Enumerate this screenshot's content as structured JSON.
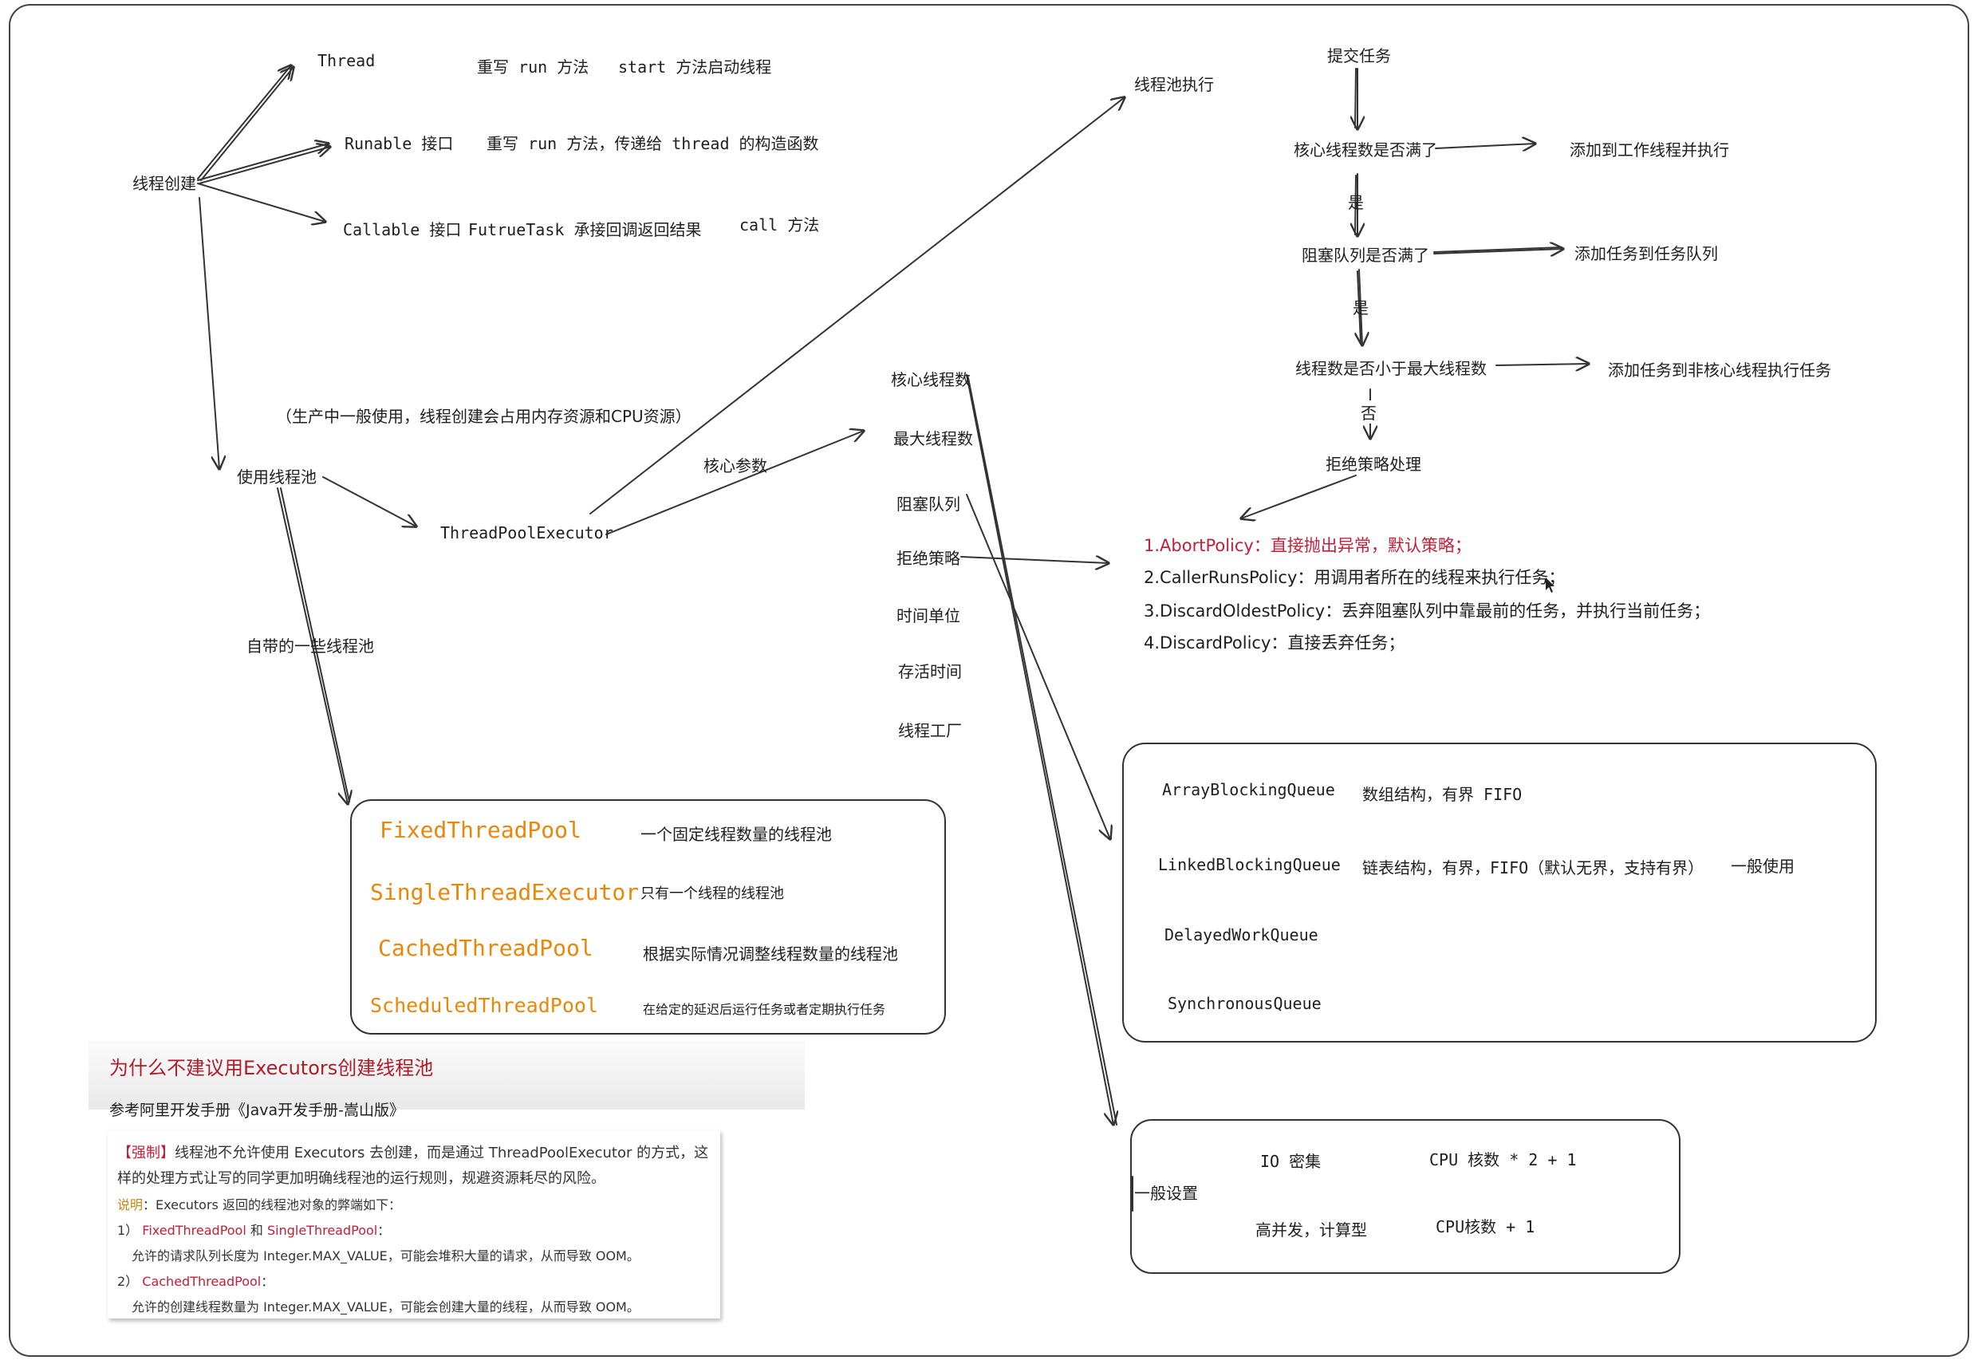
{
  "creation": {
    "root": "线程创建",
    "thread": "Thread",
    "thread_note1": "重写 run 方法",
    "thread_note2": "start 方法启动线程",
    "runnable": "Runable 接口",
    "runnable_note": "重写 run 方法，传递给 thread 的构造函数",
    "callable": "Callable 接口",
    "callable_note1": "FutrueTask 承接回调返回结果",
    "callable_note2": "call 方法"
  },
  "pool": {
    "production_note": "（生产中一般使用，线程创建会占用内存资源和CPU资源）",
    "use_pool": "使用线程池",
    "executor": "ThreadPoolExecutor",
    "core_params": "核心参数",
    "builtin_pools": "自带的一些线程池",
    "execute": "线程池执行"
  },
  "params": {
    "core": "核心线程数",
    "max": "最大线程数",
    "queue": "阻塞队列",
    "reject": "拒绝策略",
    "unit": "时间单位",
    "keepalive": "存活时间",
    "factory": "线程工厂"
  },
  "flow": {
    "submit": "提交任务",
    "q1": "核心线程数是否满了",
    "a1": "添加到工作线程并执行",
    "yes1": "是",
    "q2": "阻塞队列是否满了",
    "a2": "添加任务到任务队列",
    "yes2": "是",
    "q3": "线程数是否小于最大线程数",
    "a3": "添加任务到非核心线程执行任务",
    "no3": "否",
    "reject": "拒绝策略处理"
  },
  "policies": [
    {
      "name": "1.AbortPolicy",
      "desc": "：直接抛出异常，默认策略；"
    },
    {
      "name": "2.CallerRunsPolicy",
      "desc": "：用调用者所在的线程来执行任务；"
    },
    {
      "name": "3.DiscardOldestPolicy",
      "desc": "：丢弃阻塞队列中靠最前的任务，并执行当前任务；"
    },
    {
      "name": "4.DiscardPolicy",
      "desc": "：直接丢弃任务；"
    }
  ],
  "builtin": [
    {
      "name": "FixedThreadPool",
      "desc": "一个固定线程数量的线程池"
    },
    {
      "name": "SingleThreadExecutor",
      "desc": "只有一个线程的线程池"
    },
    {
      "name": "CachedThreadPool",
      "desc": "根据实际情况调整线程数量的线程池"
    },
    {
      "name": "ScheduledThreadPool",
      "desc": "在给定的延迟后运行任务或者定期执行任务"
    }
  ],
  "queues": [
    {
      "name": "ArrayBlockingQueue",
      "desc": "数组结构，有界  FIFO"
    },
    {
      "name": "LinkedBlockingQueue",
      "desc": "链表结构，有界，FIFO（默认无界，支持有界）",
      "extra": "一般使用"
    },
    {
      "name": "DelayedWorkQueue",
      "desc": ""
    },
    {
      "name": "SynchronousQueue",
      "desc": ""
    }
  ],
  "settings": {
    "label": "一般设置",
    "io": "IO 密集",
    "io_formula": "CPU 核数 * 2 + 1",
    "cpu": "高并发，计算型",
    "cpu_formula": "CPU核数  + 1"
  },
  "panel": {
    "title": "为什么不建议用Executors创建线程池",
    "subtitle": "参考阿里开发手册《Java开发手册-嵩山版》",
    "force_tag": "【强制】",
    "line1": "线程池不允许使用 Executors 去创建，而是通过 ThreadPoolExecutor 的方式，这",
    "line2": "样的处理方式让写的同学更加明确线程池的运行规则，规避资源耗尽的风险。",
    "note_label": "说明",
    "note_text": "：Executors 返回的线程池对象的弊端如下：",
    "item1_num": "1）",
    "item1_a": "FixedThreadPool",
    "item1_and": " 和 ",
    "item1_b": "SingleThreadPool",
    "item1_colon": "：",
    "item1_desc": "允许的请求队列长度为 Integer.MAX_VALUE，可能会堆积大量的请求，从而导致 OOM。",
    "item2_num": "2）",
    "item2_a": "CachedThreadPool",
    "item2_colon": "：",
    "item2_desc": "允许的创建线程数量为 Integer.MAX_VALUE，可能会创建大量的线程，从而导致 OOM。"
  }
}
